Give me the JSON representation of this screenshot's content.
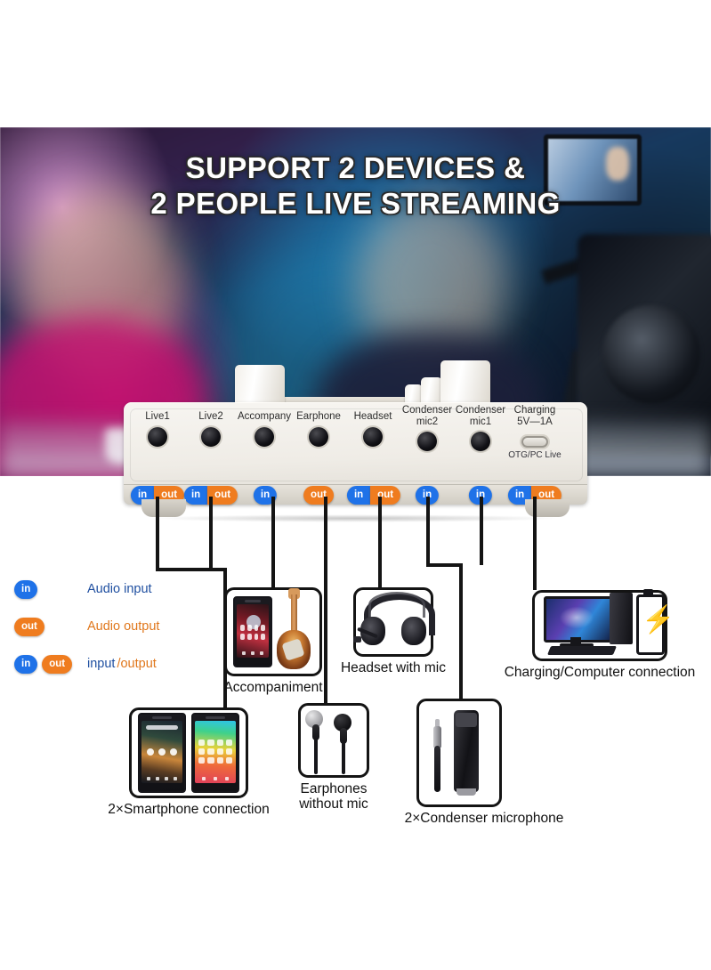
{
  "hero": {
    "title_line1": "SUPPORT 2 DEVICES &",
    "title_line2": "2 PEOPLE LIVE STREAMING"
  },
  "device": {
    "ports": [
      {
        "label": "Live1",
        "sub": "",
        "jack": "trs-jack",
        "badges": [
          "in",
          "out"
        ]
      },
      {
        "label": "Live2",
        "sub": "",
        "jack": "trs-jack",
        "badges": [
          "in",
          "out"
        ]
      },
      {
        "label": "Accompany",
        "sub": "",
        "jack": "trs-jack",
        "badges": [
          "in"
        ]
      },
      {
        "label": "Earphone",
        "sub": "",
        "jack": "trs-jack",
        "badges": [
          "out"
        ]
      },
      {
        "label": "Headset",
        "sub": "",
        "jack": "trs-jack",
        "badges": [
          "in",
          "out"
        ]
      },
      {
        "label": "Condenser mic2",
        "sub": "",
        "jack": "trs-jack",
        "badges": [
          "in"
        ]
      },
      {
        "label": "Condenser mic1",
        "sub": "",
        "jack": "trs-jack",
        "badges": [
          "in"
        ]
      },
      {
        "label": "Charging 5V—1A",
        "sub": "OTG/PC Live",
        "jack": "usb-c-port",
        "badges": [
          "in",
          "out"
        ]
      }
    ],
    "port_label_lines": [
      [
        "Live1"
      ],
      [
        "Live2"
      ],
      [
        "Accompany"
      ],
      [
        "Earphone"
      ],
      [
        "Headset"
      ],
      [
        "Condenser",
        "mic2"
      ],
      [
        "Condenser",
        "mic1"
      ],
      [
        "Charging",
        "5V—1A"
      ]
    ]
  },
  "legend": {
    "rows": [
      {
        "badges": [
          "in"
        ],
        "text": "Audio input",
        "style": "blue"
      },
      {
        "badges": [
          "out"
        ],
        "text": "Audio output",
        "style": "orange"
      },
      {
        "badges": [
          "in",
          "out"
        ],
        "text": "input",
        "text2": "/output",
        "style": "split"
      }
    ],
    "badge_in": "in",
    "badge_out": "out"
  },
  "callouts": [
    {
      "id": "accompaniment",
      "label": "Accompaniment",
      "icon": "smartphone-guitar-icon"
    },
    {
      "id": "headset",
      "label": "Headset with mic",
      "icon": "headset-icon"
    },
    {
      "id": "charging",
      "label": "Charging/Computer connection",
      "icon": "computer-battery-icon"
    },
    {
      "id": "smartphones",
      "label": "2×Smartphone connection",
      "icon": "two-phones-icon"
    },
    {
      "id": "earphones",
      "label_line1": "Earphones",
      "label_line2": "without mic",
      "icon": "earbuds-icon"
    },
    {
      "id": "condenser",
      "label": "2×Condenser microphone",
      "icon": "condenser-mic-icon"
    }
  ],
  "colors": {
    "badge_in": "#1f72e8",
    "badge_out": "#ef7c1f",
    "legend_blue_text": "#1f4fa0",
    "legend_orange_text": "#e0771c",
    "outline": "#141414",
    "background": "#ffffff"
  }
}
